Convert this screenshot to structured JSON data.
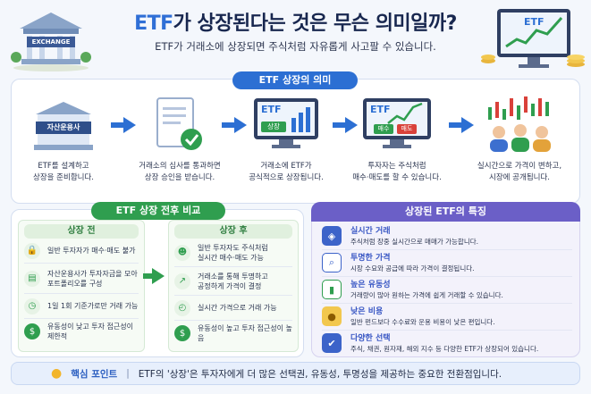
{
  "header": {
    "title_etf": "ETF",
    "title_rest": "가 상장된다는 것은 무슨 의미일까?",
    "subtitle": "ETF가 거래소에 상장되면 주식처럼 자유롭게 사고팔 수 있습니다."
  },
  "exchange_sign": "EXCHANGE",
  "monitor_label": "ETF",
  "meaning": {
    "pill": "ETF 상장의 의미",
    "steps": [
      {
        "label": "ETF를 설계하고\n상장을 준비합니다.",
        "badge": "자산운용사"
      },
      {
        "label": "거래소의 심사를 통과하면\n상장 승인을 받습니다."
      },
      {
        "label": "거래소에 ETF가\n공식적으로 상장됩니다.",
        "screen": "ETF",
        "tag": "상장"
      },
      {
        "label": "투자자는 주식처럼\n매수·매도를 할 수 있습니다.",
        "screen": "ETF",
        "buy": "매수",
        "sell": "매도"
      },
      {
        "label": "실시간으로 가격이 변하고,\n시장에 공개됩니다."
      }
    ]
  },
  "compare": {
    "pill": "ETF 상장 전후 비교",
    "before": {
      "title": "상장 전",
      "items": [
        "일반 투자자가 매수·매도 불가",
        "자산운용사가 투자자금을 모아\n포트폴리오를 구성",
        "1일 1회 기준가로만 거래 가능",
        "유동성이 낮고 투자 접근성이 제한적"
      ]
    },
    "after": {
      "title": "상장 후",
      "items": [
        "일반 투자자도 주식처럼\n실시간 매수·매도 가능",
        "거래소를 통해 투명하고\n공정하게 가격이 결정",
        "실시간 가격으로 거래 가능",
        "유동성이 높고 투자 접근성이 높음"
      ]
    }
  },
  "features": {
    "title": "상장된 ETF의 특징",
    "items": [
      {
        "title": "실시간 거래",
        "desc": "주식처럼 장중 실시간으로 매매가 가능합니다."
      },
      {
        "title": "투명한 가격",
        "desc": "시장 수요와 공급에 따라 가격이 결정됩니다."
      },
      {
        "title": "높은 유동성",
        "desc": "거래량이 많아 원하는 가격에 쉽게 거래할 수 있습니다."
      },
      {
        "title": "낮은 비용",
        "desc": "일반 펀드보다 수수료와 운용 비용이 낮은 편입니다."
      },
      {
        "title": "다양한 선택",
        "desc": "주식, 채권, 원자재, 해외 지수 등 다양한 ETF가 상장되어 있습니다."
      }
    ]
  },
  "keypoint": {
    "label": "핵심 포인트",
    "divider": "|",
    "text": "ETF의 '상장'은 투자자에게 더 많은 선택권, 유동성, 투명성을 제공하는 중요한 전환점입니다."
  },
  "colors": {
    "accent": "#2c6fd3",
    "green": "#2f9e4f",
    "purple": "#6b5fc7"
  }
}
